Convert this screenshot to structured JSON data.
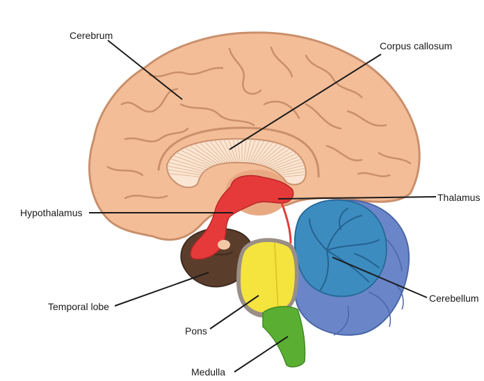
{
  "diagram": {
    "labels": {
      "cerebrum": "Cerebrum",
      "corpus_callosum": "Corpus callosum",
      "thalamus": "Thalamus",
      "hypothalamus": "Hypothalamus",
      "cerebellum": "Cerebellum",
      "temporal_lobe": "Temporal lobe",
      "pons": "Pons",
      "medulla": "Medulla"
    },
    "colors": {
      "cerebrum": "#f3bd98",
      "cerebrum_outline": "#c98f6b",
      "corpus_callosum": "#fbe6d4",
      "thalamus": "#e63a3a",
      "cerebellum": "#3c8cc0",
      "cerebellum_outer": "#6a86c8",
      "temporal_lobe": "#5b3d2c",
      "pons": "#f5e43d",
      "medulla": "#5aaf32"
    }
  }
}
